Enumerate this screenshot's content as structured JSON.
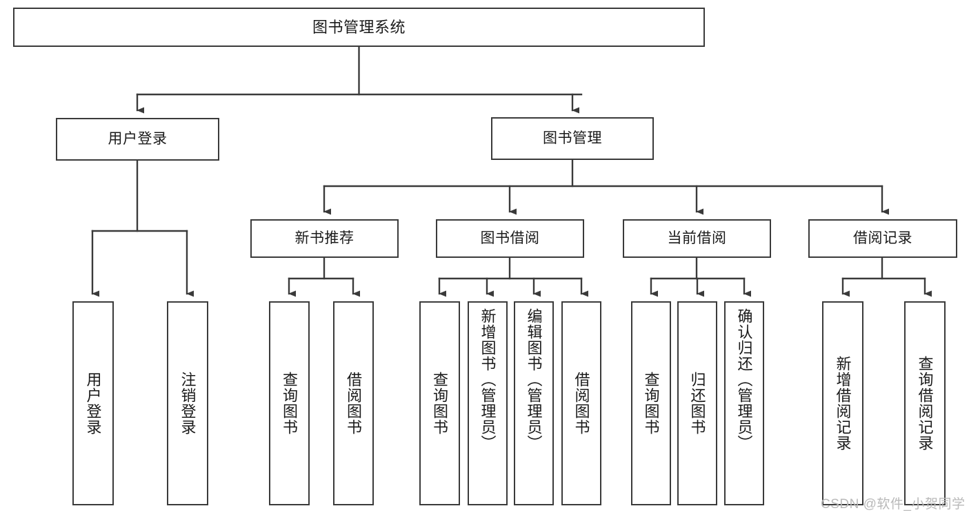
{
  "diagram": {
    "title": "图书管理系统",
    "type": "tree-hierarchy-chart",
    "colors": {
      "box_border": "#3a3a3a",
      "box_fill": "#ffffff",
      "edge": "#3a3a3a",
      "text": "#1a1a1a",
      "watermark": "#b9b9b9",
      "background": "#ffffff"
    },
    "root": {
      "label": "图书管理系统"
    },
    "level2": [
      {
        "label": "用户登录"
      },
      {
        "label": "图书管理"
      }
    ],
    "level3": [
      {
        "label": "新书推荐"
      },
      {
        "label": "图书借阅"
      },
      {
        "label": "当前借阅"
      },
      {
        "label": "借阅记录"
      }
    ],
    "leaves": {
      "user_login": [
        {
          "label": "用户登录"
        },
        {
          "label": "注销登录"
        }
      ],
      "new_book_recommend": [
        {
          "label": "查询图书"
        },
        {
          "label": "借阅图书"
        }
      ],
      "book_borrow": [
        {
          "label": "查询图书"
        },
        {
          "label": "新增图书（管理员）"
        },
        {
          "label": "编辑图书（管理员）"
        },
        {
          "label": "借阅图书"
        }
      ],
      "current_borrow": [
        {
          "label": "查询图书"
        },
        {
          "label": "归还图书"
        },
        {
          "label": "确认归还（管理员）"
        }
      ],
      "borrow_record": [
        {
          "label": "新增借阅记录"
        },
        {
          "label": "查询借阅记录"
        }
      ]
    }
  },
  "watermark": {
    "text": "CSDN @软件_小贺同学"
  }
}
